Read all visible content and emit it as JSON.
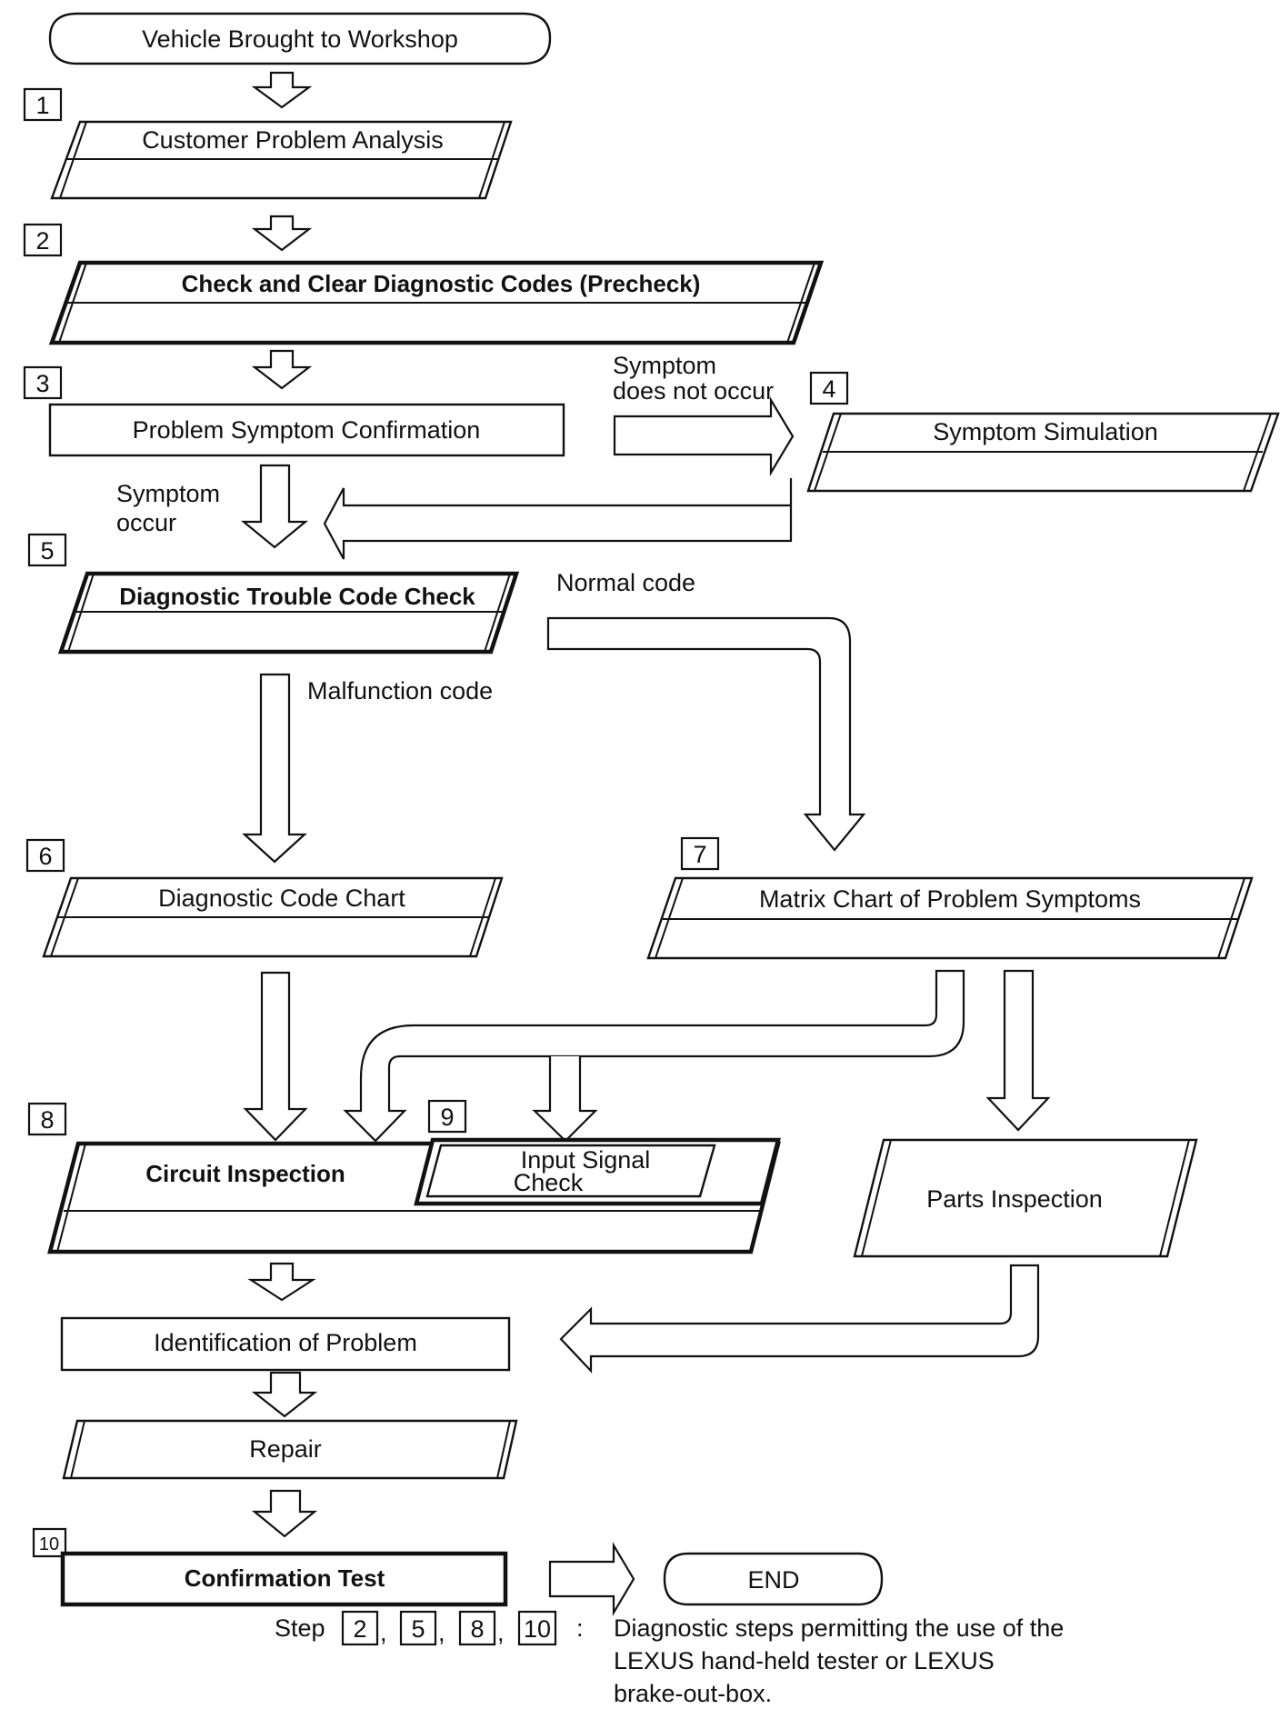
{
  "diagram": {
    "start": "Vehicle Brought to Workshop",
    "end": "END",
    "steps": [
      {
        "num": "1",
        "label": "Customer Problem Analysis"
      },
      {
        "num": "2",
        "label": "Check and Clear Diagnostic Codes (Precheck)"
      },
      {
        "num": "3",
        "label": "Problem Symptom Confirmation"
      },
      {
        "num": "4",
        "label": "Symptom Simulation"
      },
      {
        "num": "5",
        "label": "Diagnostic Trouble Code Check"
      },
      {
        "num": "6",
        "label": "Diagnostic Code Chart"
      },
      {
        "num": "7",
        "label": "Matrix Chart of Problem Symptoms"
      },
      {
        "num": "8",
        "label": "Circuit Inspection"
      },
      {
        "num": "9",
        "label_line1": "Input Signal",
        "label_line2": "Check"
      },
      {
        "num": "10",
        "label": "Confirmation Test"
      }
    ],
    "parts_inspection": "Parts Inspection",
    "identification": "Identification of Problem",
    "repair": "Repair",
    "edges": {
      "symptom_not_occur_line1": "Symptom",
      "symptom_not_occur_line2": "does not occur",
      "symptom_occur_line1": "Symptom",
      "symptom_occur_line2": "occur",
      "normal_code": "Normal code",
      "malfunction_code": "Malfunction code"
    }
  },
  "legend": {
    "prefix": "Step",
    "steps": [
      "2",
      "5",
      "8",
      "10"
    ],
    "separator": ",",
    "colon": ":",
    "line1": "Diagnostic steps permitting the use of the",
    "line2": "LEXUS hand-held tester or LEXUS",
    "line3": "brake-out-box."
  }
}
